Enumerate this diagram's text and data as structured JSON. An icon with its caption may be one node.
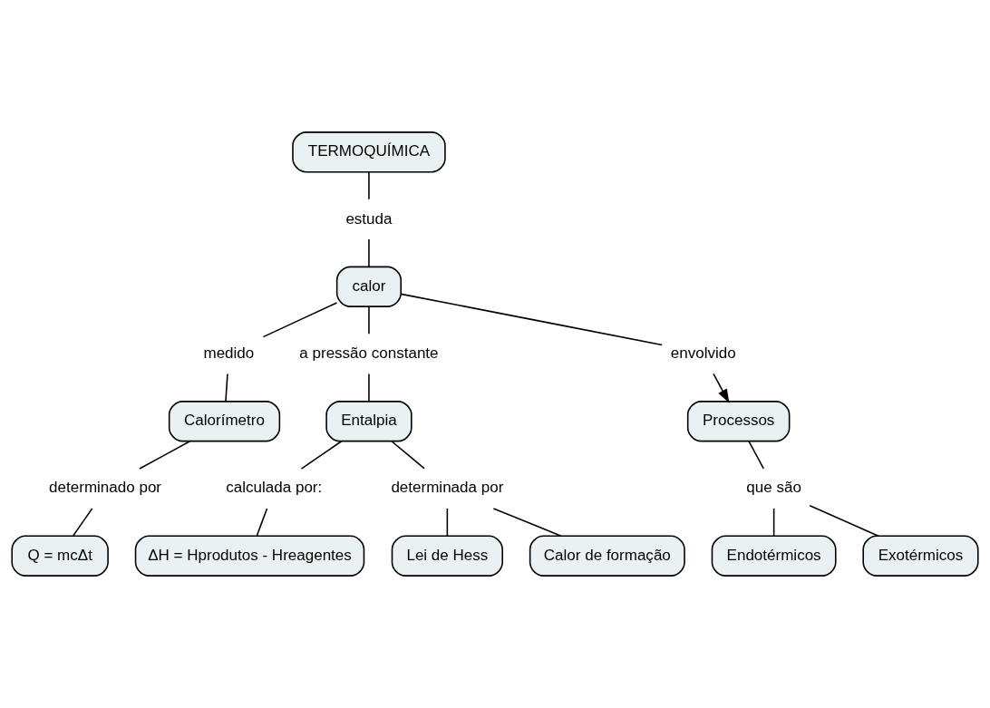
{
  "diagram": {
    "nodes": [
      {
        "text": [
          "TERMOQUÍMICA"
        ]
      },
      {
        "text": [
          "estuda"
        ]
      },
      {
        "text": [
          "calor"
        ]
      },
      {
        "text": [
          "medido"
        ]
      },
      {
        "text": [
          "a pressão constante"
        ]
      },
      {
        "text": [
          "envolvido"
        ]
      },
      {
        "text": [
          "Calorímetro"
        ]
      },
      {
        "text": [
          "determinado por"
        ]
      },
      {
        "text": [
          "Q = mcΔt"
        ]
      },
      {
        "text": [
          "Entalpia"
        ]
      },
      {
        "text": [
          "calculada por:"
        ]
      },
      {
        "text": [
          "determinada por"
        ]
      },
      {
        "text": [
          "ΔH = Hprodutos - Hreagentes"
        ]
      },
      {
        "text": [
          "Lei de Hess"
        ]
      },
      {
        "text": [
          "Calor de formação"
        ]
      },
      {
        "text": [
          "Processos"
        ]
      },
      {
        "text": [
          "que são"
        ]
      },
      {
        "text": [
          "Endotérmicos"
        ]
      },
      {
        "text": [
          "Exotérmicos"
        ]
      }
    ],
    "edges": [
      {
        "from": 0,
        "to": 1,
        "arrow": "none"
      },
      {
        "from": 1,
        "to": 2,
        "arrow": "none"
      },
      {
        "from": 2,
        "to": 3,
        "arrow": "none"
      },
      {
        "from": 3,
        "to": 6,
        "arrow": "none"
      },
      {
        "from": 2,
        "to": 4,
        "arrow": "none"
      },
      {
        "from": 4,
        "to": 9,
        "arrow": "none"
      },
      {
        "from": 2,
        "to": 5,
        "arrow": "none"
      },
      {
        "from": 5,
        "to": 15,
        "arrow": "to"
      },
      {
        "from": 6,
        "to": 7,
        "arrow": "none"
      },
      {
        "from": 7,
        "to": 8,
        "arrow": "none"
      },
      {
        "from": 9,
        "to": 10,
        "arrow": "none"
      },
      {
        "from": 10,
        "to": 12,
        "arrow": "none"
      },
      {
        "from": 9,
        "to": 11,
        "arrow": "none"
      },
      {
        "from": 11,
        "to": 13,
        "arrow": "none"
      },
      {
        "from": 11,
        "to": 14,
        "arrow": "none"
      },
      {
        "from": 15,
        "to": 16,
        "arrow": "none"
      },
      {
        "from": 16,
        "to": 17,
        "arrow": "none"
      },
      {
        "from": 16,
        "to": 18,
        "arrow": "none"
      }
    ]
  }
}
